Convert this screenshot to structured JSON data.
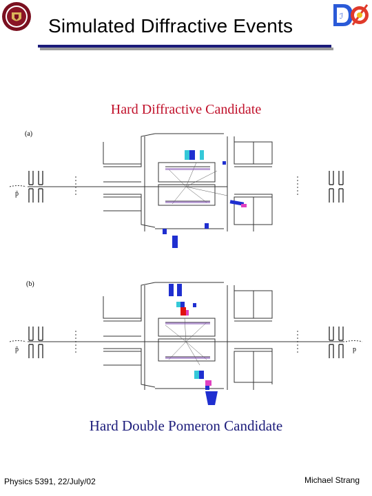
{
  "header": {
    "title": "Simulated Diffractive Events",
    "left_logo": "university-seal-icon",
    "right_logo": "dzero-logo-icon",
    "right_logo_text": "DØ"
  },
  "diagram_a": {
    "caption": "Hard Diffractive Candidate",
    "panel_label": "(a)",
    "beam_label_left": "p̄"
  },
  "diagram_b": {
    "caption": "Hard Double Pomeron Candidate",
    "panel_label": "(b)",
    "beam_label_left": "p̄",
    "beam_label_right": "p"
  },
  "footer": {
    "left": "Physics 5391, 22/July/02",
    "right": "Michael Strang"
  },
  "colors": {
    "title_rule": "#1b1b7a",
    "caption_a": "#c0102a",
    "caption_b": "#1b1b7a",
    "deposit_blue": "#1f2fd0",
    "deposit_cyan": "#35c8d8",
    "deposit_magenta": "#e040c0",
    "deposit_red": "#e01010"
  }
}
